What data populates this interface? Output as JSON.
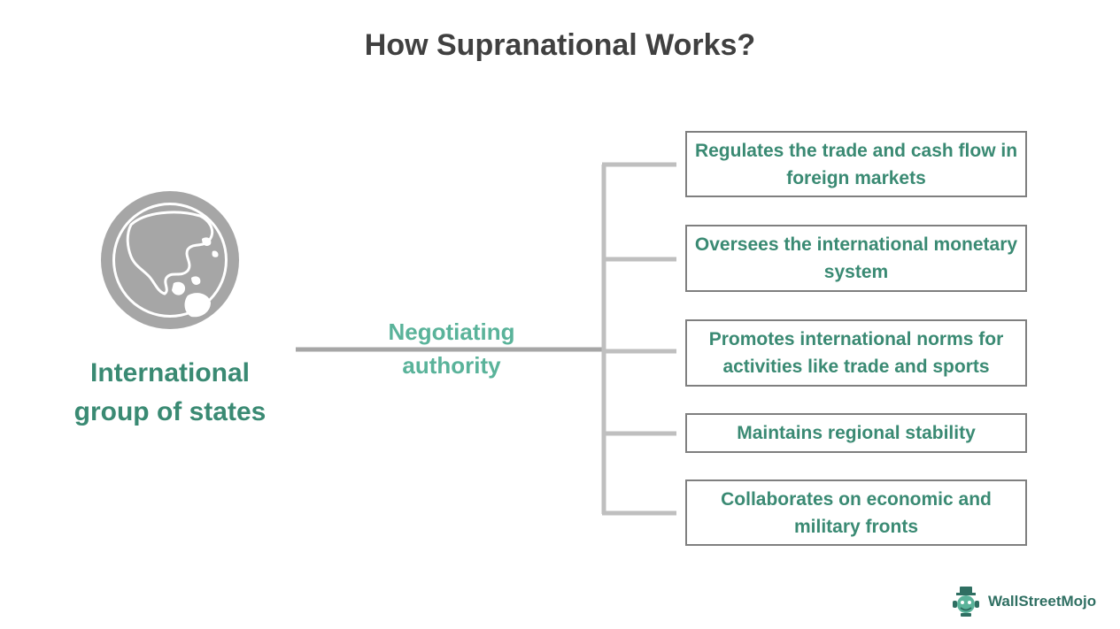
{
  "title": "How Supranational Works?",
  "left_label": "International group of states",
  "mid_label": "Negotiating authority",
  "items": [
    "Regulates the trade and cash flow in foreign markets",
    "Oversees the international monetary system",
    "Promotes international norms for activities like trade and sports",
    "Maintains regional stability",
    "Collaborates on economic and military fronts"
  ],
  "logo_text": "WallStreetMojo",
  "colors": {
    "accent": "#3a8a73",
    "accent_light": "#5ab39a",
    "connector": "#bfbfbf",
    "globe": "#a6a6a6",
    "title": "#404040"
  },
  "icons": [
    "globe-icon",
    "wallstreetmojo-logo-icon"
  ]
}
